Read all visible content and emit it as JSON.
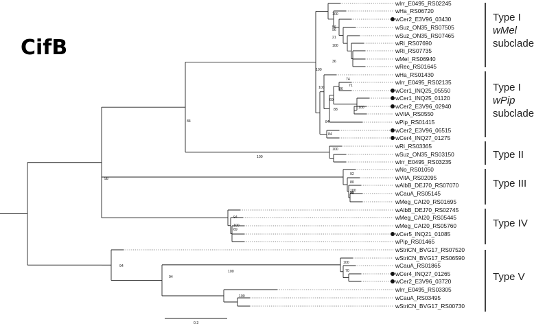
{
  "title": "CifB",
  "scale_label": "0.3",
  "leaves": [
    {
      "label": "wIrr_E0495_RS02245",
      "dot": false
    },
    {
      "label": "wHa_RS06720",
      "dot": false
    },
    {
      "label": "wCer2_E3V96_03430",
      "dot": true
    },
    {
      "label": "wSuz_ON35_RS07505",
      "dot": false
    },
    {
      "label": "wSuz_ON35_RS07465",
      "dot": false
    },
    {
      "label": "wRi_RS07690",
      "dot": false
    },
    {
      "label": "wRi_RS07735",
      "dot": false
    },
    {
      "label": "wMel_RS06940",
      "dot": false
    },
    {
      "label": "wRec_RS01645",
      "dot": false
    },
    {
      "label": "wHa_RS01430",
      "dot": false
    },
    {
      "label": "wIrr_E0495_RS02135",
      "dot": false
    },
    {
      "label": "wCer1_INQ25_05550",
      "dot": true
    },
    {
      "label": "wCer1_INQ25_01120",
      "dot": true
    },
    {
      "label": "wCer2_E3V96_02940",
      "dot": true
    },
    {
      "label": "wVitA_RS0550",
      "dot": false
    },
    {
      "label": "wPip_RS01415",
      "dot": false
    },
    {
      "label": "wCer2_E3V96_06515",
      "dot": true
    },
    {
      "label": "wCer4_INQ27_01275",
      "dot": true
    },
    {
      "label": "wRi_RS03365",
      "dot": false
    },
    {
      "label": "wSuz_ON35_RS03150",
      "dot": false
    },
    {
      "label": "wIrr_E0495_RS03235",
      "dot": false
    },
    {
      "label": "wNo_RS01050",
      "dot": false
    },
    {
      "label": "wVitA_RS02095",
      "dot": false
    },
    {
      "label": "wAlbB_DEJ70_RS07070",
      "dot": false
    },
    {
      "label": "wCauA_RS05145",
      "dot": false
    },
    {
      "label": "wMeg_CAI20_RS01695",
      "dot": false
    },
    {
      "label": "wAlbB_DEJ70_RS02745",
      "dot": false
    },
    {
      "label": "wMeg_CAI20_RS05445",
      "dot": false
    },
    {
      "label": "wMeg_CAI20_RS05760",
      "dot": false
    },
    {
      "label": "wCer5_INQ21_01085",
      "dot": true
    },
    {
      "label": "wPip_RS01465",
      "dot": false
    },
    {
      "label": "wStriCN_BVG17_RS07520",
      "dot": false
    },
    {
      "label": "wStriCN_BVG17_RS06590",
      "dot": false
    },
    {
      "label": "wCauA_RS01865",
      "dot": false
    },
    {
      "label": "wCer4_INQ27_01265",
      "dot": true
    },
    {
      "label": "wCer2_E3V96_03720",
      "dot": true
    },
    {
      "label": "wIrr_E0495_RS03305",
      "dot": false
    },
    {
      "label": "wCauA_RS03495",
      "dot": false
    },
    {
      "label": "wStriCN_BVG17_RS00730",
      "dot": false
    }
  ],
  "bootstrap_values": [
    "100",
    "56",
    "96",
    "21",
    "100",
    "36",
    "100",
    "74",
    "71",
    "86",
    "69",
    "100",
    "88",
    "84",
    "84",
    "100",
    "100",
    "84",
    "92",
    "80",
    "100",
    "95",
    "86",
    "100",
    "94",
    "100",
    "69",
    "100",
    "70",
    "100",
    "100",
    "94",
    "98",
    "94"
  ],
  "types": [
    {
      "lines": [
        "Type I",
        "wMel",
        "subclade"
      ]
    },
    {
      "lines": [
        "Type I",
        "wPip",
        "subclade"
      ]
    },
    {
      "lines": [
        "Type II"
      ]
    },
    {
      "lines": [
        "Type III"
      ]
    },
    {
      "lines": [
        "Type IV"
      ]
    },
    {
      "lines": [
        "Type V"
      ]
    }
  ]
}
